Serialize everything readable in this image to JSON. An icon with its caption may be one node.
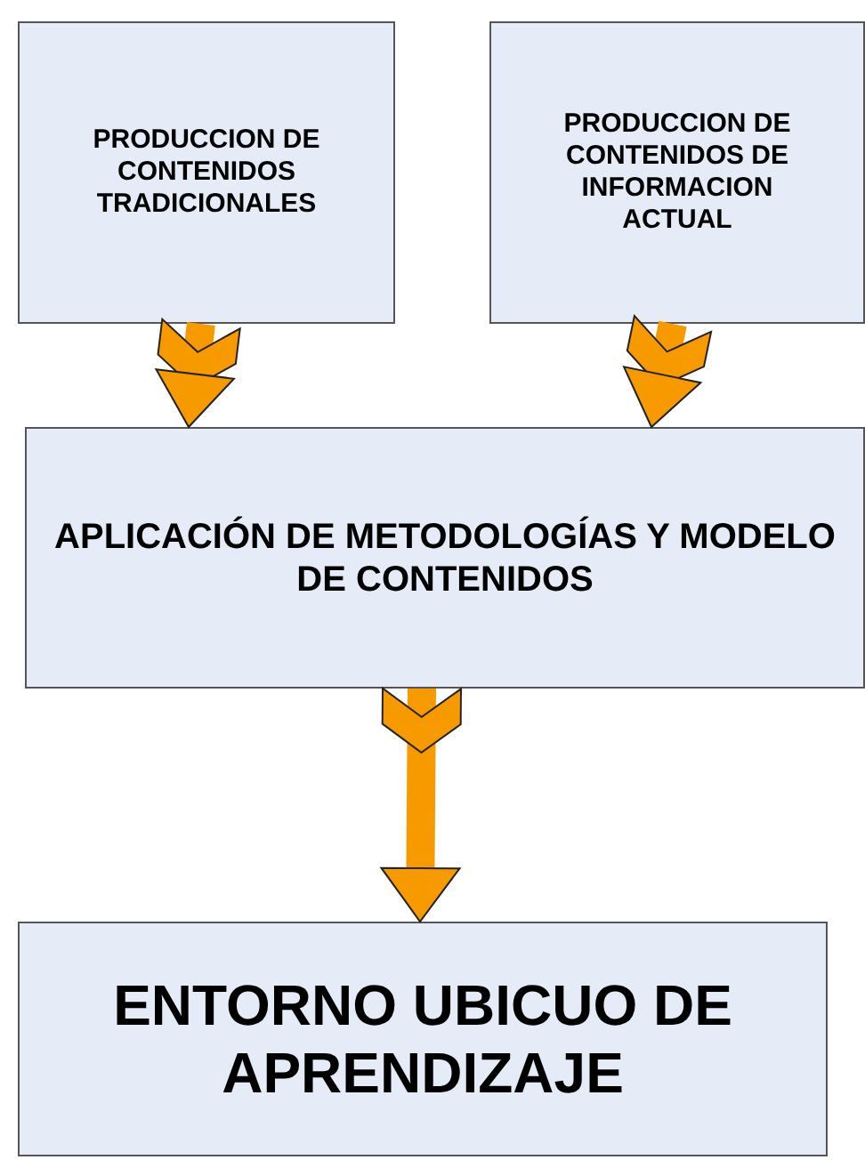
{
  "diagram": {
    "nodes": [
      {
        "text": [
          "PRODUCCION DE CONTENIDOS TRADICIONALES"
        ]
      },
      {
        "text": [
          "PRODUCCION DE CONTENIDOS DE INFORMACION ACTUAL"
        ]
      },
      {
        "text": [
          "APLICACIÓN DE METODOLOGÍAS Y MODELO DE CONTENIDOS"
        ]
      },
      {
        "text": [
          "ENTORNO UBICUO DE APRENDIZAJE"
        ]
      }
    ],
    "edges": [
      {
        "from": 0,
        "to": 2,
        "arrow": "to"
      },
      {
        "from": 1,
        "to": 2,
        "arrow": "to"
      },
      {
        "from": 2,
        "to": 3,
        "arrow": "to"
      }
    ]
  }
}
